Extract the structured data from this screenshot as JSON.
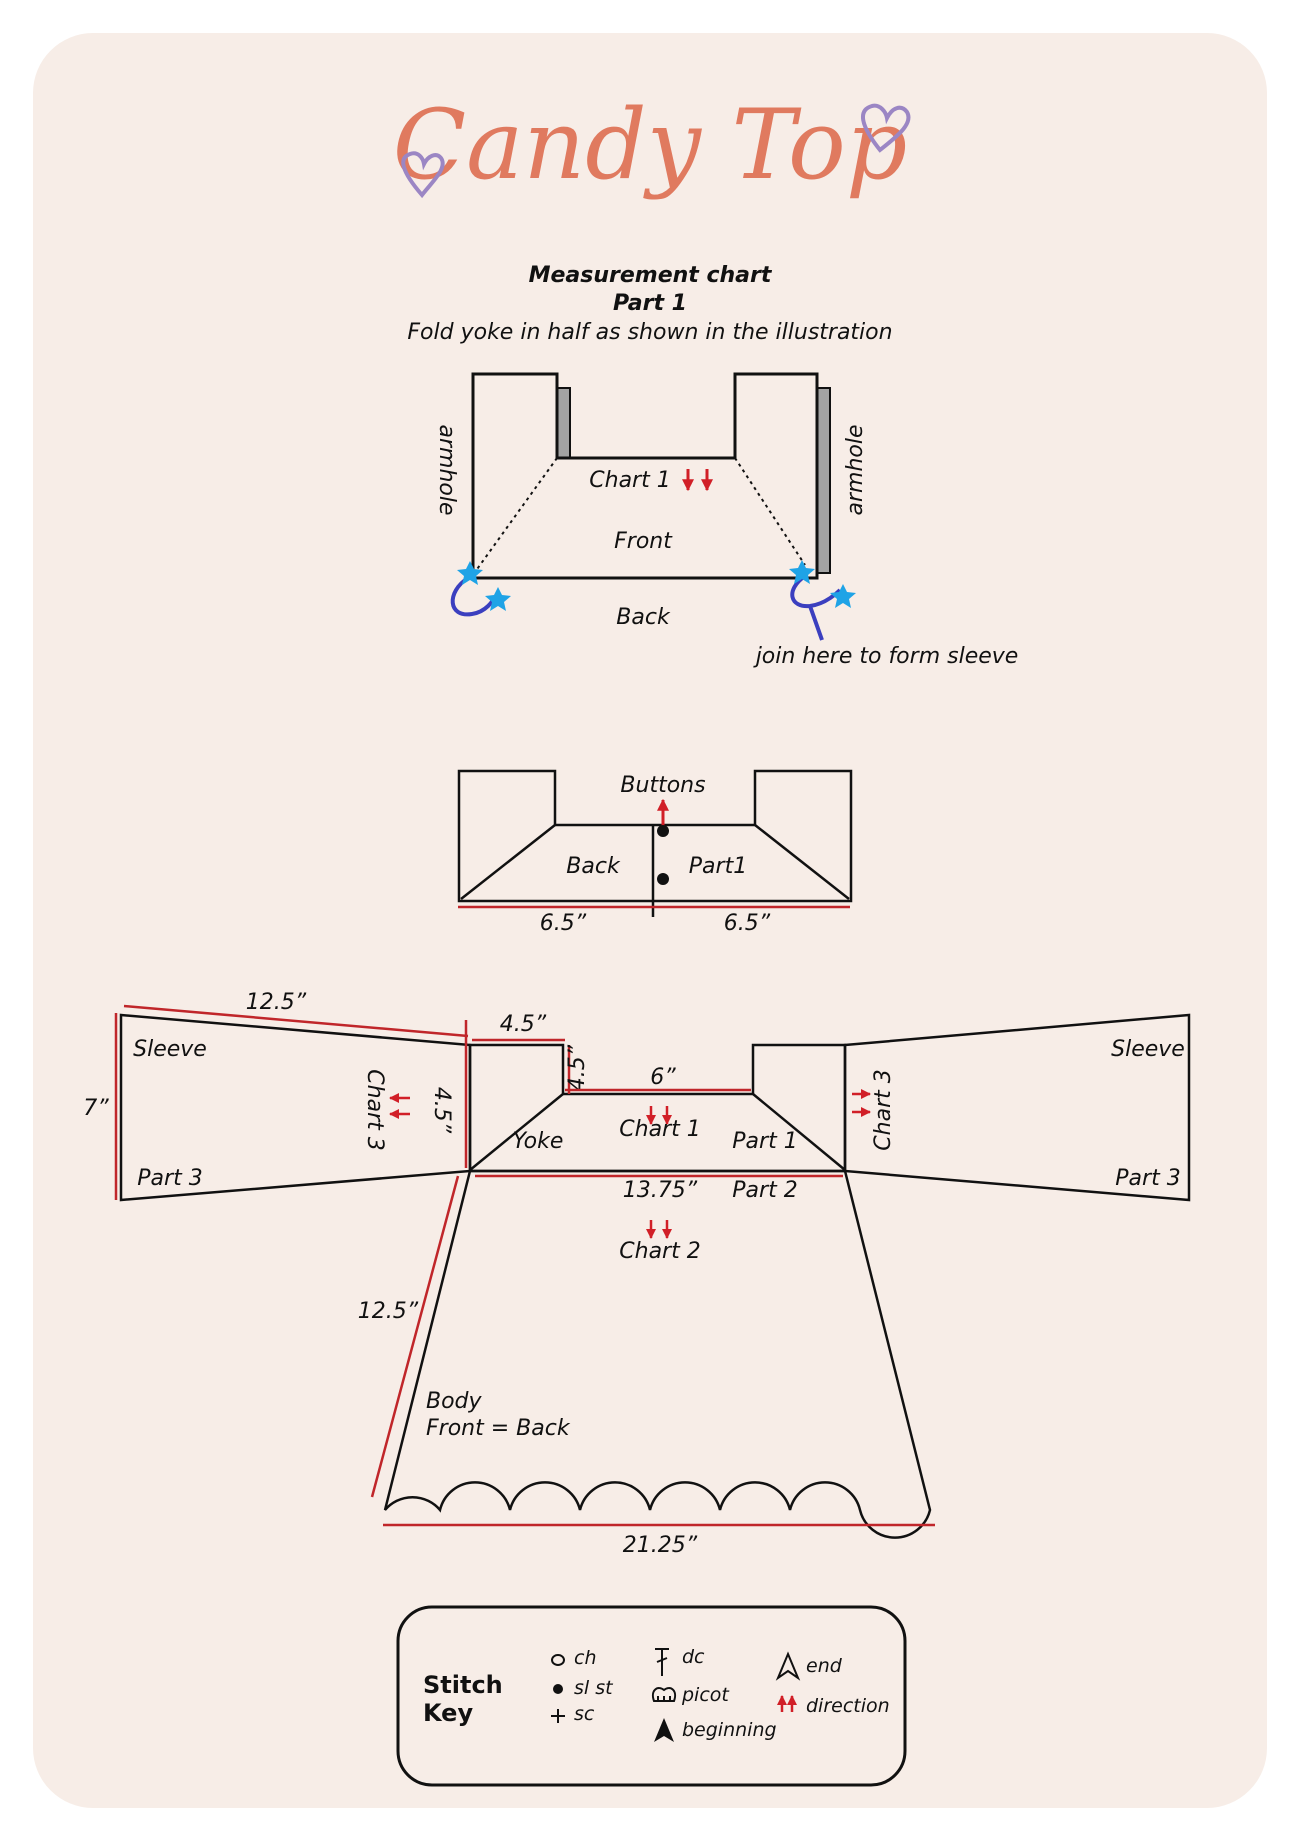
{
  "title": "Candy Top",
  "heading": {
    "line1": "Measurement chart",
    "line2": "Part 1",
    "line3": "Fold yoke in half as shown in the illustration"
  },
  "fold_diagram": {
    "armhole_left": "armhole",
    "armhole_right": "armhole",
    "chart_label": "Chart 1",
    "front": "Front",
    "back": "Back",
    "join_note": "join here to form sleeve"
  },
  "yoke_diagram": {
    "buttons": "Buttons",
    "back": "Back",
    "part": "Part1",
    "width_left": "6.5”",
    "width_right": "6.5”"
  },
  "main_diagram": {
    "sleeve_left": "Sleeve",
    "sleeve_right": "Sleeve",
    "part3_left": "Part 3",
    "part3_right": "Part 3",
    "chart3_left": "Chart 3",
    "chart3_right": "Chart 3",
    "sleeve_top": "12.5”",
    "sleeve_height": "7”",
    "shoulder_width": "4.5”",
    "shoulder_height_side": "4.5”",
    "shoulder_height_inner": "4.5”",
    "neck_width": "6”",
    "yoke": "Yoke",
    "chart1": "Chart 1",
    "part1": "Part 1",
    "yoke_width": "13.75”",
    "part2": "Part 2",
    "chart2": "Chart 2",
    "body_side": "12.5”",
    "body_label1": "Body",
    "body_label2": "Front = Back",
    "hem_width": "21.25”"
  },
  "stitch_key": {
    "title1": "Stitch",
    "title2": "Key",
    "ch": "ch",
    "slst": "sl st",
    "sc": "sc",
    "dc": "dc",
    "picot": "picot",
    "beginning": "beginning",
    "end": "end",
    "direction": "direction"
  },
  "colors": {
    "background": "#f7ede7",
    "title": "#e07a5f",
    "heart": "#9b86c4",
    "dimension_line": "#c0262a",
    "arrow": "#d11f27",
    "star": "#1fa3e6",
    "loop": "#3b3fbf",
    "fold_shadow": "#a3a3a3"
  }
}
